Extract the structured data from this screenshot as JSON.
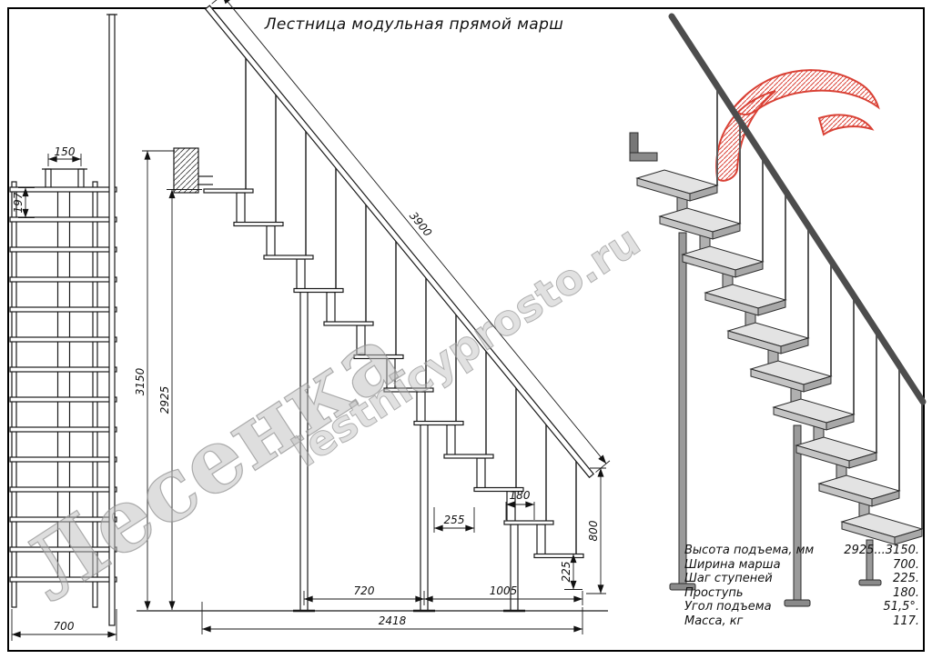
{
  "title": "Лестница модульная прямой марш",
  "watermarks": {
    "brand": "Лесенка",
    "site": "lestnicyprosto.ru"
  },
  "dims": {
    "front_top_gap": "150",
    "front_first_rise": "197",
    "width": "700",
    "rail_length": "3900",
    "height_total": "3150",
    "height_min": "2925",
    "tread_depth": "180",
    "module_length": "255",
    "step_rise": "225",
    "rail_end_height": "800",
    "span_a": "720",
    "span_b": "1005",
    "length_total": "2418"
  },
  "specs": {
    "rows": [
      {
        "label": "Высота подъема, мм",
        "value": "2925...3150."
      },
      {
        "label": "Ширина марша",
        "value": "700."
      },
      {
        "label": "Шаг ступеней",
        "value": "225."
      },
      {
        "label": "Проступь",
        "value": "180."
      },
      {
        "label": "Угол подъема",
        "value": "51,5°."
      },
      {
        "label": "Масса, кг",
        "value": "117."
      }
    ]
  },
  "colors": {
    "line": "#1a1a1a",
    "logo_red": "#d8372b",
    "watermark": "#9c9c9c"
  }
}
